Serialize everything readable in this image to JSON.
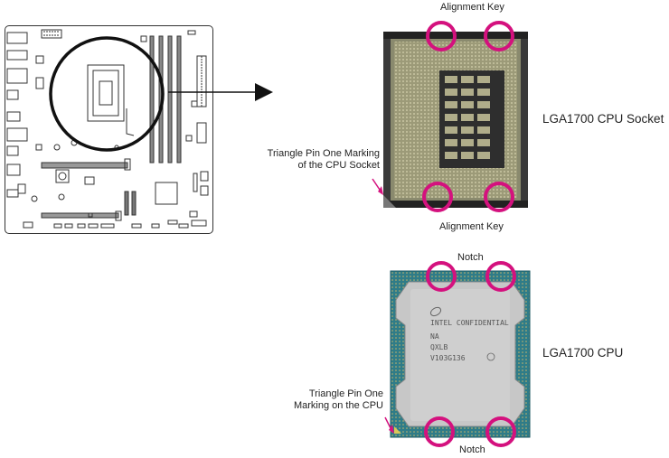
{
  "labels": {
    "alignment_key_top": "Alignment Key",
    "alignment_key_bottom": "Alignment Key",
    "socket_name": "LGA1700 CPU Socket",
    "socket_triangle_line1": "Triangle Pin One Marking",
    "socket_triangle_line2": "of the CPU Socket",
    "notch_top": "Notch",
    "notch_bottom": "Notch",
    "cpu_name": "LGA1700 CPU",
    "cpu_triangle_line1": "Triangle Pin One",
    "cpu_triangle_line2": "Marking on the CPU"
  },
  "cpu_text": {
    "line1": "INTEL CONFIDENTIAL",
    "line2": "NA",
    "line3": "QXLB",
    "line4": "V103G136"
  },
  "colors": {
    "highlight": "#d4117e",
    "arrow": "#111111",
    "pcb": "#2f7c88",
    "heatspreader": "#c9c9c9",
    "socket_frame": "#3a3a3a"
  }
}
